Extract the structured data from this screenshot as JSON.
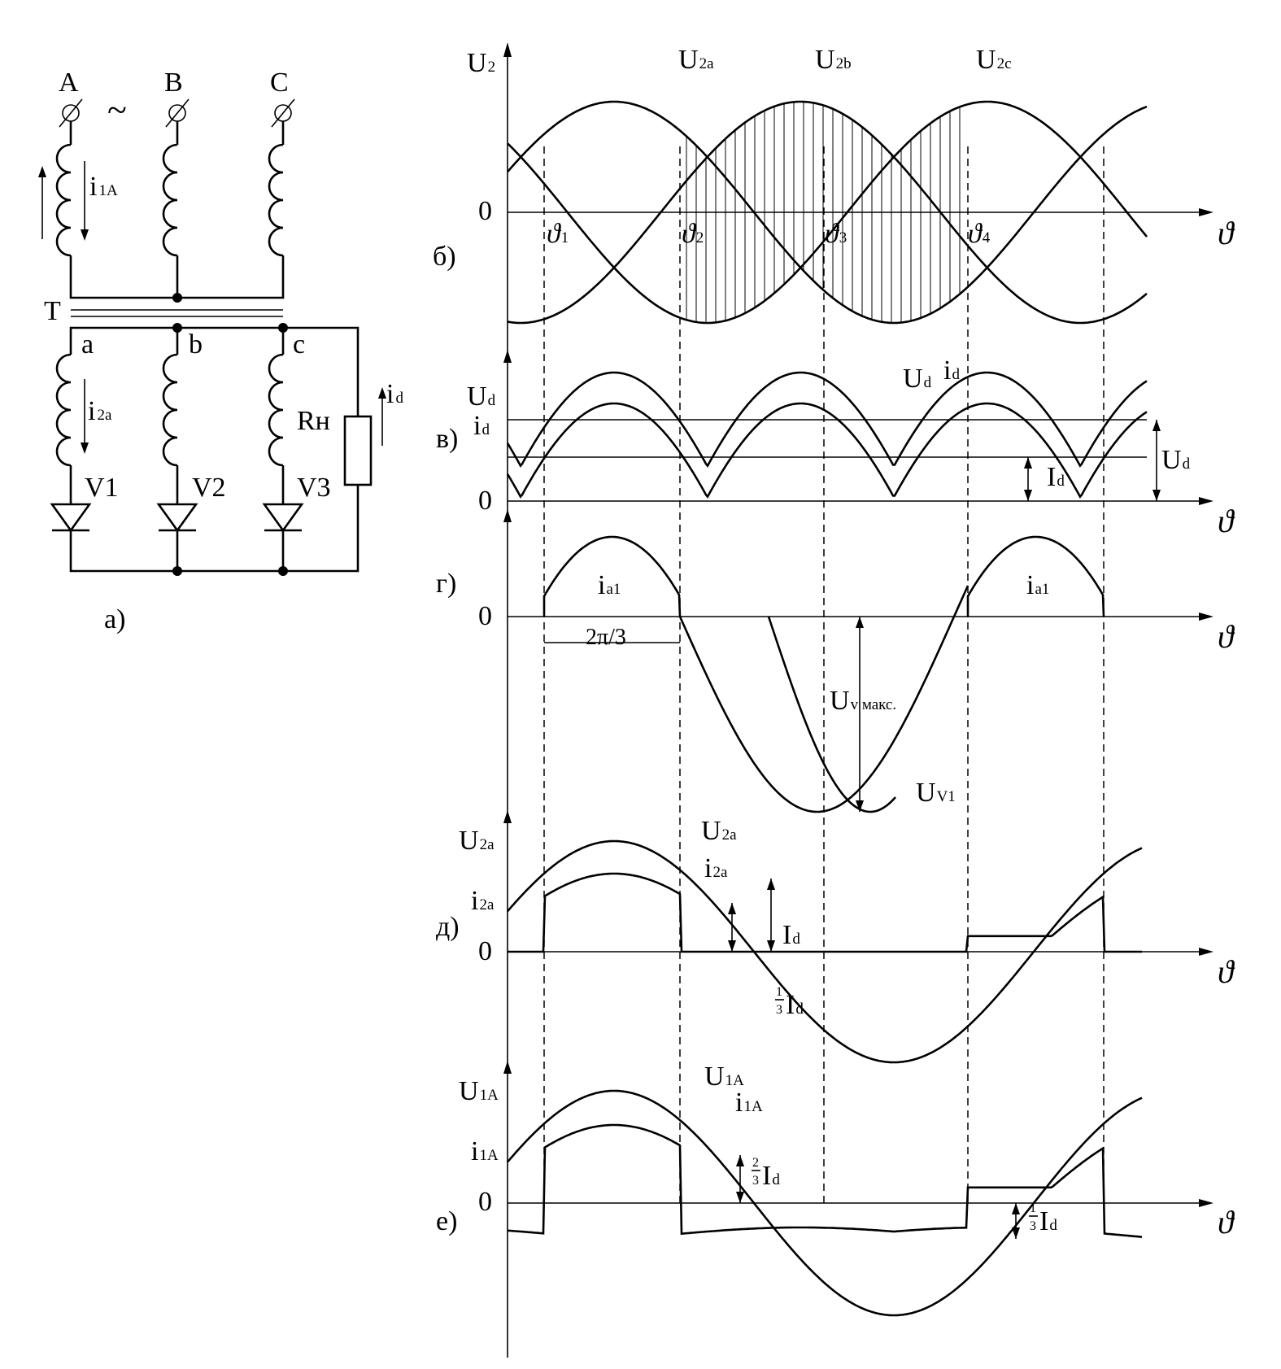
{
  "circuit": {
    "panel_label": "а)",
    "phase_terminals": [
      "A",
      "B",
      "C"
    ],
    "ac_symbol": "~",
    "primary_current": {
      "base": "i",
      "sub": "1A"
    },
    "transformer_label": "T",
    "secondary_taps": [
      "a",
      "b",
      "c"
    ],
    "secondary_current": {
      "base": "i",
      "sub": "2a"
    },
    "diodes": [
      "V1",
      "V2",
      "V3"
    ],
    "load": "Rн",
    "load_current": {
      "base": "i",
      "sub": "d"
    }
  },
  "panels": {
    "b": {
      "label": "б)",
      "y_axis": {
        "base": "U",
        "sub": "2"
      },
      "zero": "0",
      "x_axis": "ϑ",
      "curves": [
        {
          "base": "U",
          "sub": "2a"
        },
        {
          "base": "U",
          "sub": "2b"
        },
        {
          "base": "U",
          "sub": "2c"
        }
      ],
      "marks": [
        {
          "base": "ϑ",
          "sub": "1"
        },
        {
          "base": "ϑ",
          "sub": "2"
        },
        {
          "base": "ϑ",
          "sub": "3"
        },
        {
          "base": "ϑ",
          "sub": "4"
        }
      ]
    },
    "v": {
      "label": "в)",
      "y_labels": [
        {
          "base": "U",
          "sub": "d"
        },
        {
          "base": "i",
          "sub": "d"
        }
      ],
      "zero": "0",
      "x_axis": "ϑ",
      "curves": [
        {
          "base": "U",
          "sub": "d"
        },
        {
          "base": "i",
          "sub": "d"
        }
      ],
      "dims": [
        {
          "base": "I",
          "sub": "d"
        },
        {
          "base": "U",
          "sub": "d"
        }
      ]
    },
    "g": {
      "label": "г)",
      "zero": "0",
      "x_axis": "ϑ",
      "pulse": {
        "base": "i",
        "sub": "a1"
      },
      "interval": "2π/3",
      "vmax": {
        "base": "U",
        "sub": "v макс."
      },
      "curve": {
        "base": "U",
        "sub": "V1"
      }
    },
    "d": {
      "label": "д)",
      "y_labels": [
        {
          "base": "U",
          "sub": "2a"
        },
        {
          "base": "i",
          "sub": "2a"
        }
      ],
      "zero": "0",
      "x_axis": "ϑ",
      "curves": [
        {
          "base": "U",
          "sub": "2a"
        },
        {
          "base": "i",
          "sub": "2a"
        }
      ],
      "dims": [
        {
          "base": "I",
          "sub": "d"
        },
        {
          "num": "1",
          "den": "3",
          "base": "I",
          "sub": "d"
        }
      ]
    },
    "e": {
      "label": "е)",
      "y_labels": [
        {
          "base": "U",
          "sub": "1A"
        },
        {
          "base": "i",
          "sub": "1A"
        }
      ],
      "zero": "0",
      "x_axis": "ϑ",
      "curves": [
        {
          "base": "U",
          "sub": "1A"
        },
        {
          "base": "i",
          "sub": "1A"
        }
      ],
      "dims": [
        {
          "num": "2",
          "den": "3",
          "base": "I",
          "sub": "d"
        },
        {
          "num": "1",
          "den": "3",
          "base": "I",
          "sub": "d"
        }
      ]
    }
  }
}
